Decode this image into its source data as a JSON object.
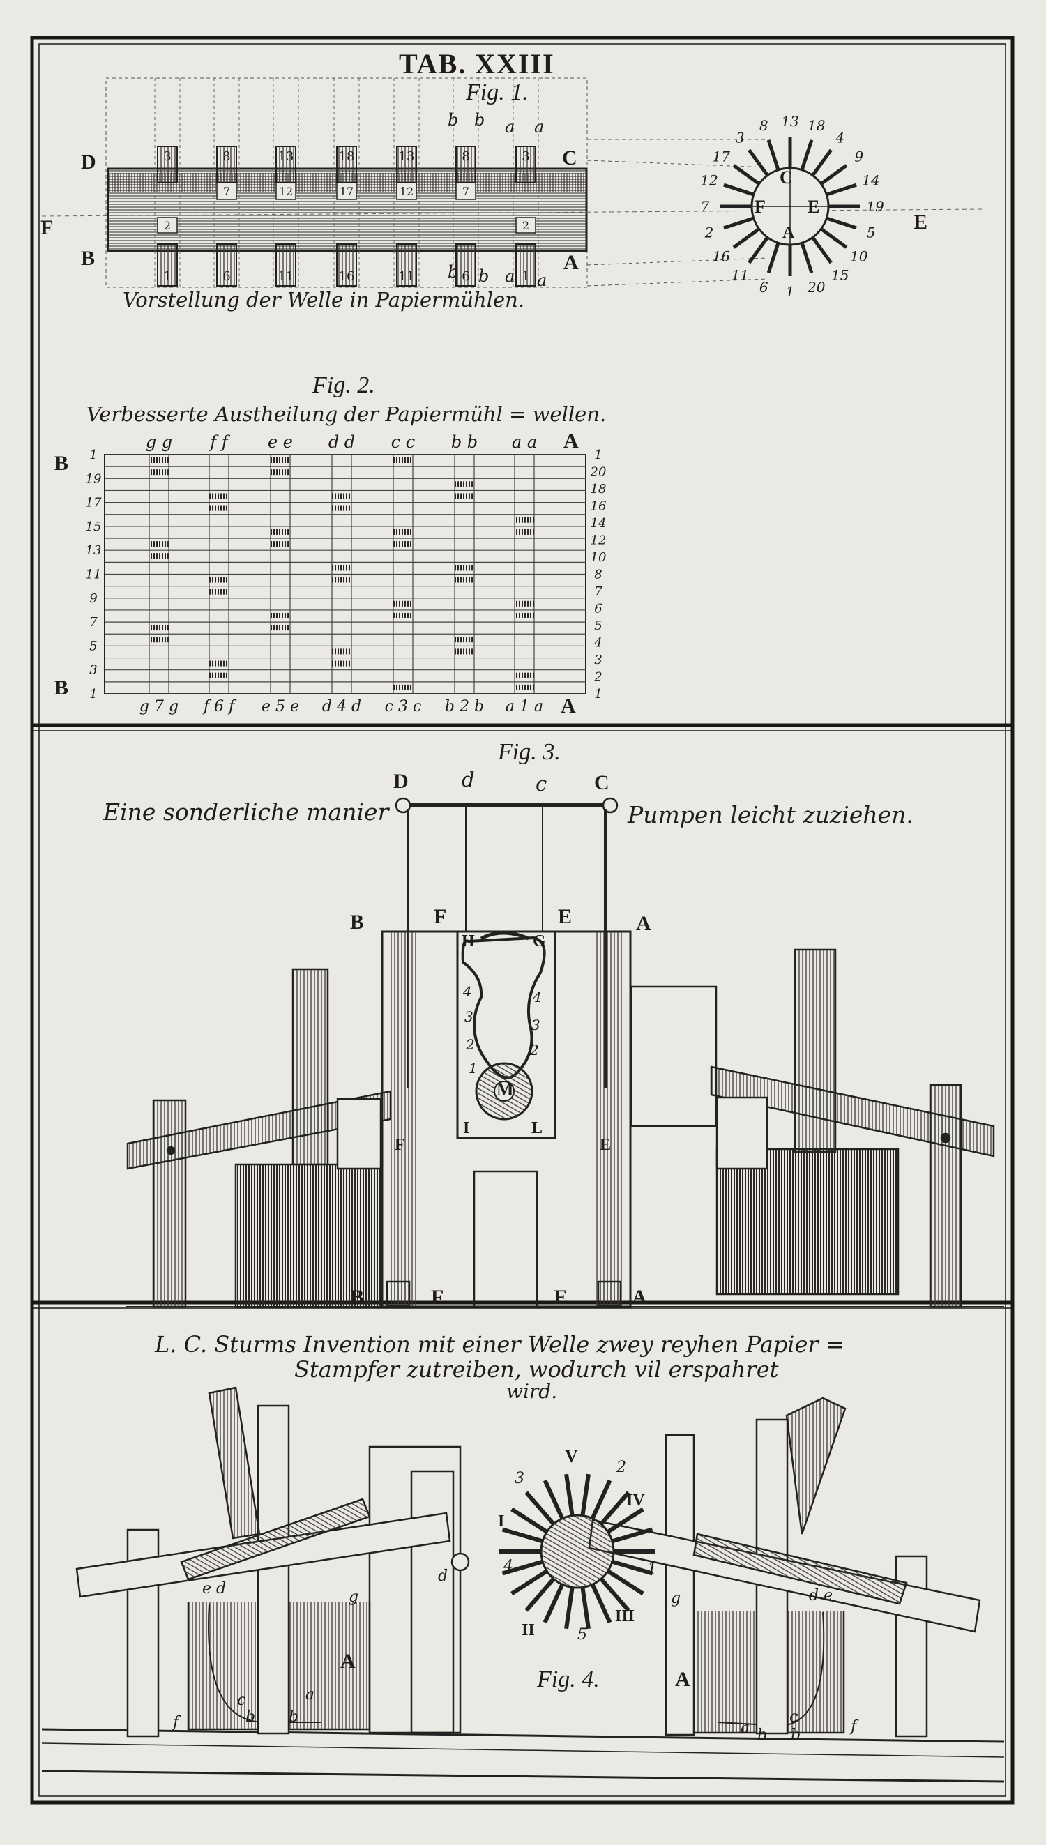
{
  "plate": {
    "title": "TAB. XXIII",
    "colors": {
      "paper": "#ebe9e4",
      "ink": "#1e1c1a",
      "hatch": "#3b3835",
      "frame": "#1a1816"
    }
  },
  "fig1": {
    "title": "Fig. 1.",
    "caption": "Vorstellung der Welle in Papiermühlen.",
    "labels": {
      "D": "D",
      "C": "C",
      "B": "B",
      "A": "A",
      "F": "F",
      "E": "E"
    },
    "top_letters": [
      "b",
      "b",
      "a",
      "a"
    ],
    "bottom_letters": [
      "b",
      "b",
      "a",
      "a"
    ],
    "cam_top": [
      "3",
      "8",
      "13",
      "18",
      "13",
      "8",
      "3"
    ],
    "cam_mid": [
      "7",
      "12",
      "17",
      "12",
      "7"
    ],
    "cam_lower": [
      "2",
      "2"
    ],
    "cam_bottom": [
      "1",
      "6",
      "11",
      "16",
      "11",
      "6",
      "1"
    ],
    "wheel_center_letters": {
      "C": "C",
      "F": "F",
      "E": "E",
      "A": "A"
    },
    "wheel_spoke_numbers": [
      "1",
      "20",
      "15",
      "10",
      "5",
      "19",
      "14",
      "9",
      "4",
      "18",
      "13",
      "8",
      "3",
      "17",
      "12",
      "7",
      "2",
      "16",
      "11",
      "6"
    ]
  },
  "fig2": {
    "title": "Fig. 2.",
    "caption": "Verbesserte Austheilung der Papiermühl = wellen.",
    "labels": {
      "B_top": "B",
      "A_top": "A",
      "B_bottom": "B",
      "A_bottom": "A"
    },
    "column_pairs_top": [
      "g g",
      "f f",
      "e e",
      "d d",
      "c c",
      "b b",
      "a a"
    ],
    "column_pairs_bottom": [
      "g 7 g",
      "f 6 f",
      "e 5 e",
      "d 4 d",
      "c 3 c",
      "b 2 b",
      "a 1 a"
    ],
    "row_numbers_left": [
      "1",
      "19",
      "17",
      "15",
      "13",
      "11",
      "9",
      "7",
      "5",
      "3",
      "1"
    ],
    "row_numbers_right": [
      "1",
      "20",
      "18",
      "16",
      "14",
      "12",
      "10",
      "8",
      "7",
      "6",
      "5",
      "4",
      "3",
      "2",
      "1"
    ]
  },
  "fig3": {
    "title": "Fig. 3.",
    "caption_left": "Eine sonderliche manier",
    "caption_right": "Pumpen leicht zuziehen.",
    "labels": {
      "D": "D",
      "d": "d",
      "c": "c",
      "C": "C",
      "B": "B",
      "F": "F",
      "E": "E",
      "A": "A",
      "H": "H",
      "G": "G",
      "I": "I",
      "L": "L",
      "M": "M"
    },
    "chain_numbers": [
      "4",
      "3",
      "2",
      "1",
      "2",
      "3",
      "4"
    ]
  },
  "fig4": {
    "title": "Fig. 4.",
    "caption_line1": "L. C. Sturms Invention mit einer Welle zwey reyhen Papier =",
    "caption_line2": "Stampfer zutreiben, wodurch vil erspahret",
    "caption_line3": "wird.",
    "labels": {
      "V": "V",
      "IV": "IV",
      "III": "III",
      "II": "II",
      "I": "I",
      "n1": "1",
      "n2": "2",
      "n3": "3",
      "n4": "4",
      "n5": "5",
      "A_left": "A",
      "A_right": "A",
      "g": "g",
      "ed": "e d",
      "de": "d e",
      "a": "a",
      "b": "b",
      "c": "c",
      "f": "f",
      "d": "d"
    }
  }
}
